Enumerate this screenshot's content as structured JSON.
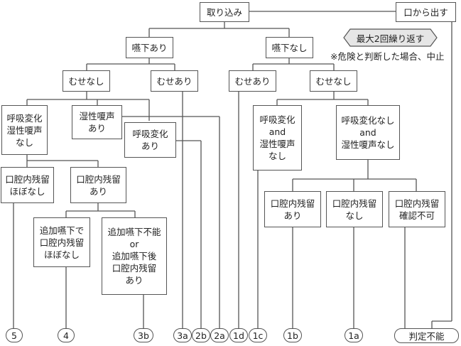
{
  "nodes": {
    "intake": "取り込み",
    "mouth_out": "口から出す",
    "swallow_yes": "嚥下あり",
    "swallow_no": "嚥下なし",
    "l_choke_no": "むせなし",
    "l_choke_yes": "むせあり",
    "r_choke_yes": "むせあり",
    "r_choke_no": "むせなし",
    "no_change": "呼吸変化\n湿性嗄声\nなし",
    "wet_voice": "湿性嗄声\nあり",
    "resp_change": "呼吸変化\nあり",
    "resp_and_wet": "呼吸変化\nand\n湿性嗄声\nなし",
    "no_resp_and_wet": "呼吸変化なし\nand\n湿性嗄声なし",
    "resid_almost_none": "口腔内残留\nほぼなし",
    "resid_yes_left": "口腔内残留\nあり",
    "extra_swallow_ok": "追加嚥下で\n口腔内残留\nほぼなし",
    "extra_swallow_fail": "追加嚥下不能\nor\n追加嚥下後\n口腔内残留\nあり",
    "resid_yes_right": "口腔内残留\nあり",
    "resid_no_right": "口腔内残留\nなし",
    "resid_unknown": "口腔内残留\n確認不可"
  },
  "repeat_banner": "最大2回繰り返す",
  "stop_note": "※危険と判断した場合、中止",
  "outcomes": {
    "o5": "5",
    "o4": "4",
    "o3b": "3b",
    "o3a": "3a",
    "o2b": "2b",
    "o2a": "2a",
    "o1d": "1d",
    "o1c": "1c",
    "o1b": "1b",
    "o1a": "1a",
    "undeterminable": "判定不能"
  },
  "colors": {
    "line": "#555555",
    "box_border": "#555555",
    "banner_fill": "#e6e6e6",
    "text": "#222222"
  }
}
